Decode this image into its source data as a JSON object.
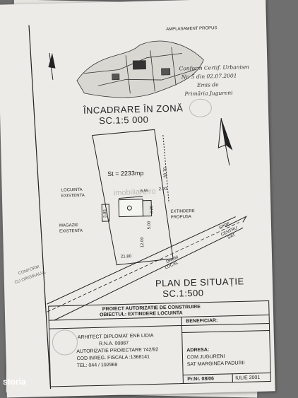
{
  "location_plan": {
    "label_site": "AMPLASAMENT PROPUS",
    "title": "ÎNCADRARE ÎN ZONĂ",
    "scale": "SC.1:5 000",
    "handwritten": [
      "Conform Certif. Urbanism",
      "Nr. 5 din 02.07.2001",
      "Emis de",
      "Primăria Jugureni"
    ]
  },
  "site_plan": {
    "area_label": "St = 2233mp",
    "existing_house": [
      "LOCUINTA",
      "EXISTENTA"
    ],
    "existing_storage": [
      "MAGAZIE",
      "EXISTENTA"
    ],
    "proposed_extension": [
      "EXTINDERE",
      "PROPUSA"
    ],
    "road": [
      "DRUM",
      "LOCAL"
    ],
    "direction": [
      "SPRE",
      "CENTRU",
      "SAT"
    ],
    "dims": [
      "6.55",
      "2.20",
      "21.80",
      "5.00",
      "12.00",
      "3.85",
      "3.20",
      "38.70"
    ],
    "title": "PLAN DE SITUAȚIE",
    "scale": "SC.1:500",
    "stamp": [
      "CONFORM",
      "CU ORIGINALUL"
    ]
  },
  "watermark": "imobiliare.ro",
  "title_block": {
    "project": "PROIECT AUTORIZATIE DE CONSTRUIRE",
    "object": "OBIECTUL: EXTINDERE LOCUINTA",
    "beneficiary_label": "BENEFICIAR:",
    "architect": "ARHITECT DIPLOMAT ENE LIDIA",
    "rna": "R.N.A. 00887",
    "authorization": "AUTORIZATIE PROIECTARE 742/92",
    "fiscal": "COD INREG. FISCALA :1368141",
    "phone": "TEL: 044 / 192968",
    "address_label": "ADRESA:",
    "address_1": "COM.JUGURENI",
    "address_2": "SAT MARGINEA PADURII",
    "project_no": "Pr.Nr. 08/06",
    "date": "IULIE 2001"
  },
  "brand": "storia"
}
